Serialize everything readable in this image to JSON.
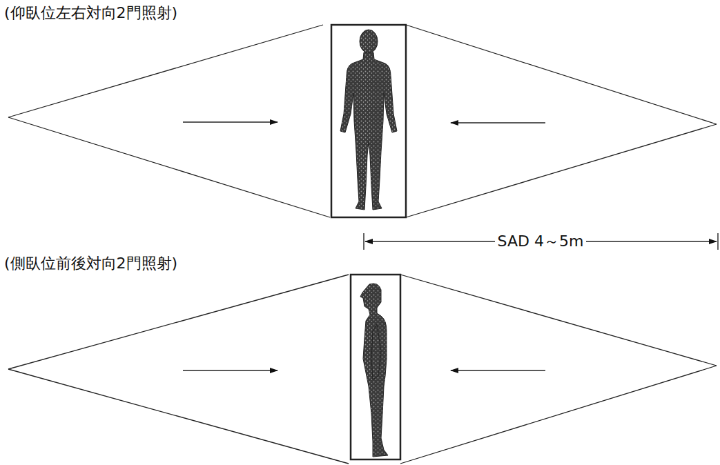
{
  "diagram": {
    "labels": [
      "(仰臥位左右対向2門照射)",
      "SAD 4～5m",
      "(側臥位前後対向2門照射)"
    ]
  }
}
